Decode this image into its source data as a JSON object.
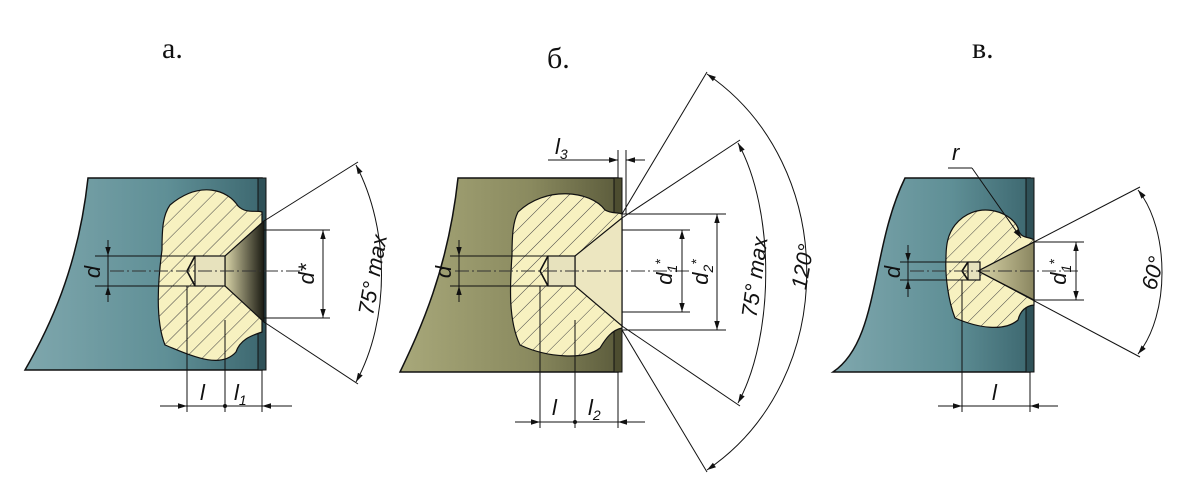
{
  "panels": [
    {
      "label": "а.",
      "dims": {
        "d": "d",
        "dstar": "d*",
        "l": "l",
        "l1": "l",
        "l1_sub": "1",
        "angle": "75° max"
      }
    },
    {
      "label": "б.",
      "dims": {
        "d": "d",
        "l3": "l",
        "l3_sub": "3",
        "d1": "d",
        "d1_sub": "1",
        "d1_star": "*",
        "d2": "d",
        "d2_sub": "2",
        "d2_star": "*",
        "angle1": "75° max",
        "angle2": "120°",
        "l": "l",
        "l2": "l",
        "l2_sub": "2"
      }
    },
    {
      "label": "в.",
      "dims": {
        "r": "r",
        "d": "d",
        "d1": "d",
        "d1_sub": "1",
        "d1_star": "*",
        "angle": "60°",
        "l": "l"
      }
    }
  ],
  "colors": {
    "body_a": "#5f8f96",
    "body_b": "#8a8a5f",
    "body_c": "#5f8f96",
    "section_fill": "#f7f1c0",
    "hatch": "#444444"
  }
}
